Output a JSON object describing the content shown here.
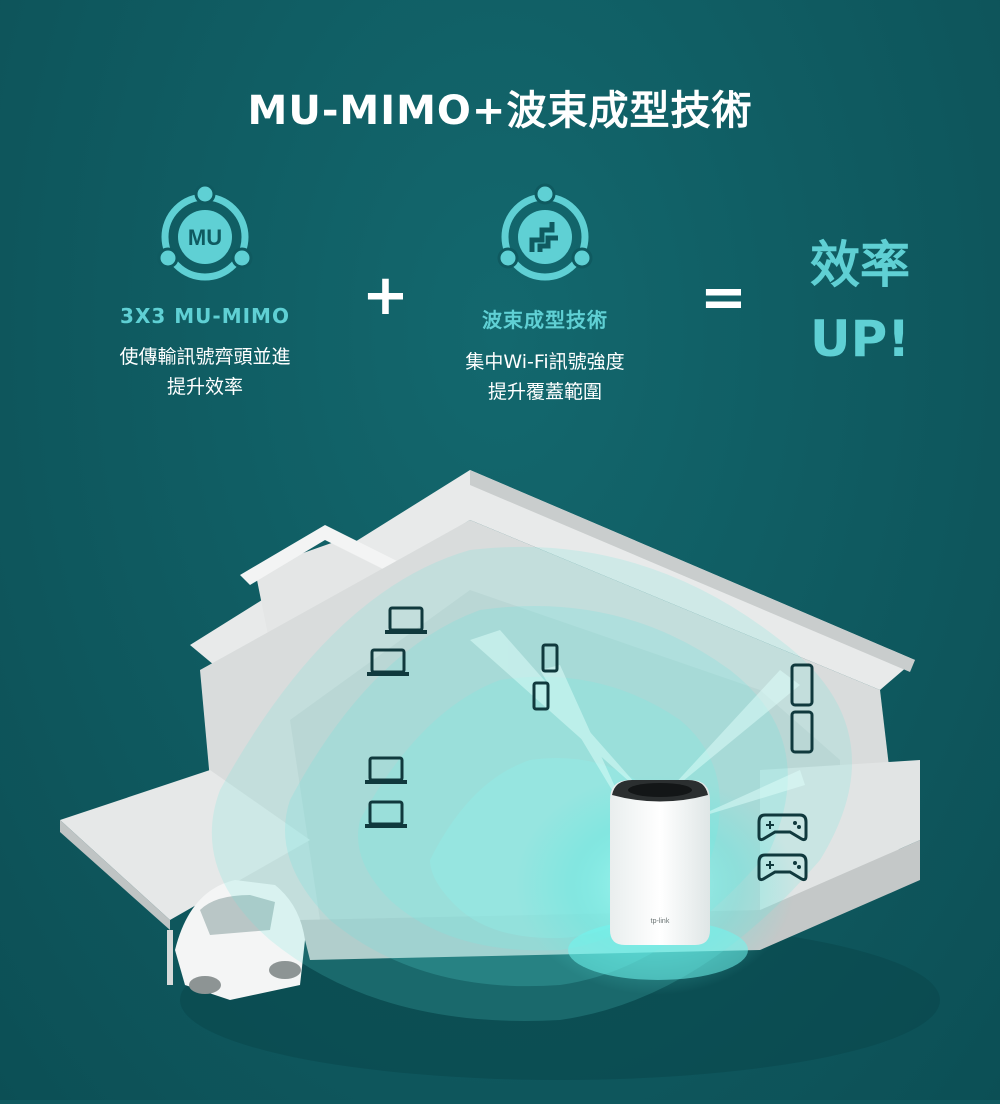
{
  "title": "MU-MIMO+波束成型技術",
  "features": [
    {
      "icon_text": "MU",
      "label": "3X3 MU-MIMO",
      "desc_line1": "使傳輸訊號齊頭並進",
      "desc_line2": "提升效率",
      "icon": "mu-mimo-icon"
    },
    {
      "label": "波束成型技術",
      "desc_line1": "集中Wi-Fi訊號強度",
      "desc_line2": "提升覆蓋範圍",
      "icon": "beamforming-icon"
    }
  ],
  "operators": {
    "plus": "+",
    "equals": "="
  },
  "result": {
    "line1": "效率",
    "line2": "UP!"
  },
  "router": {
    "brand": "tp-link"
  },
  "colors": {
    "background": "#0f5a60",
    "accent": "#5fd0d4",
    "signal": "#7ff0ea"
  },
  "devices": [
    "laptop-icon",
    "laptop-icon",
    "laptop-icon",
    "laptop-icon",
    "phone-icon",
    "phone-icon",
    "tablet-icon",
    "tablet-icon",
    "gamepad-icon",
    "gamepad-icon"
  ]
}
